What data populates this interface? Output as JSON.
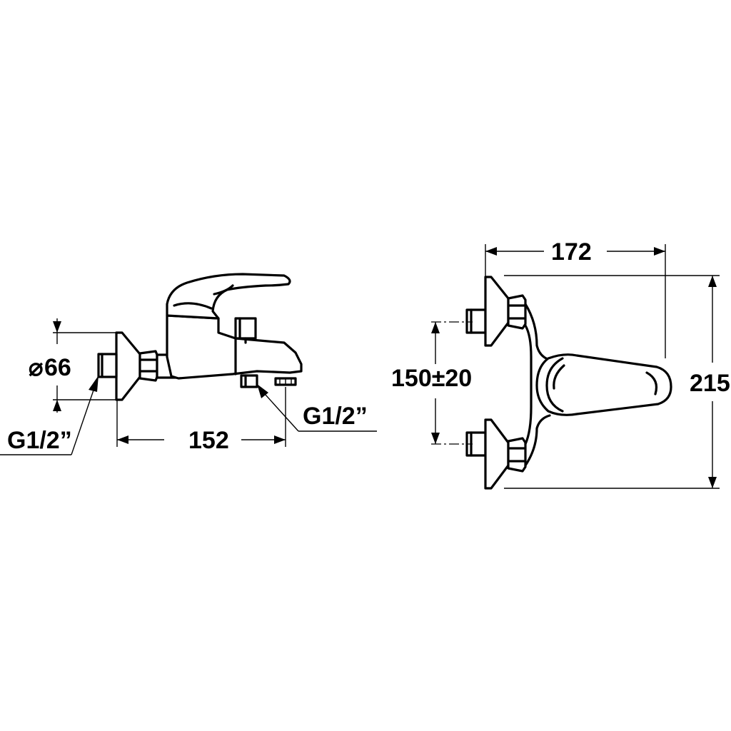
{
  "side_view": {
    "diameter_symbol": "⌀",
    "diameter_value": "66",
    "width": "152",
    "inlet_thread": "G1/2”",
    "outlet_thread": "G1/2”"
  },
  "front_view": {
    "width": "172",
    "inlet_spacing": "150±20",
    "height": "215"
  }
}
